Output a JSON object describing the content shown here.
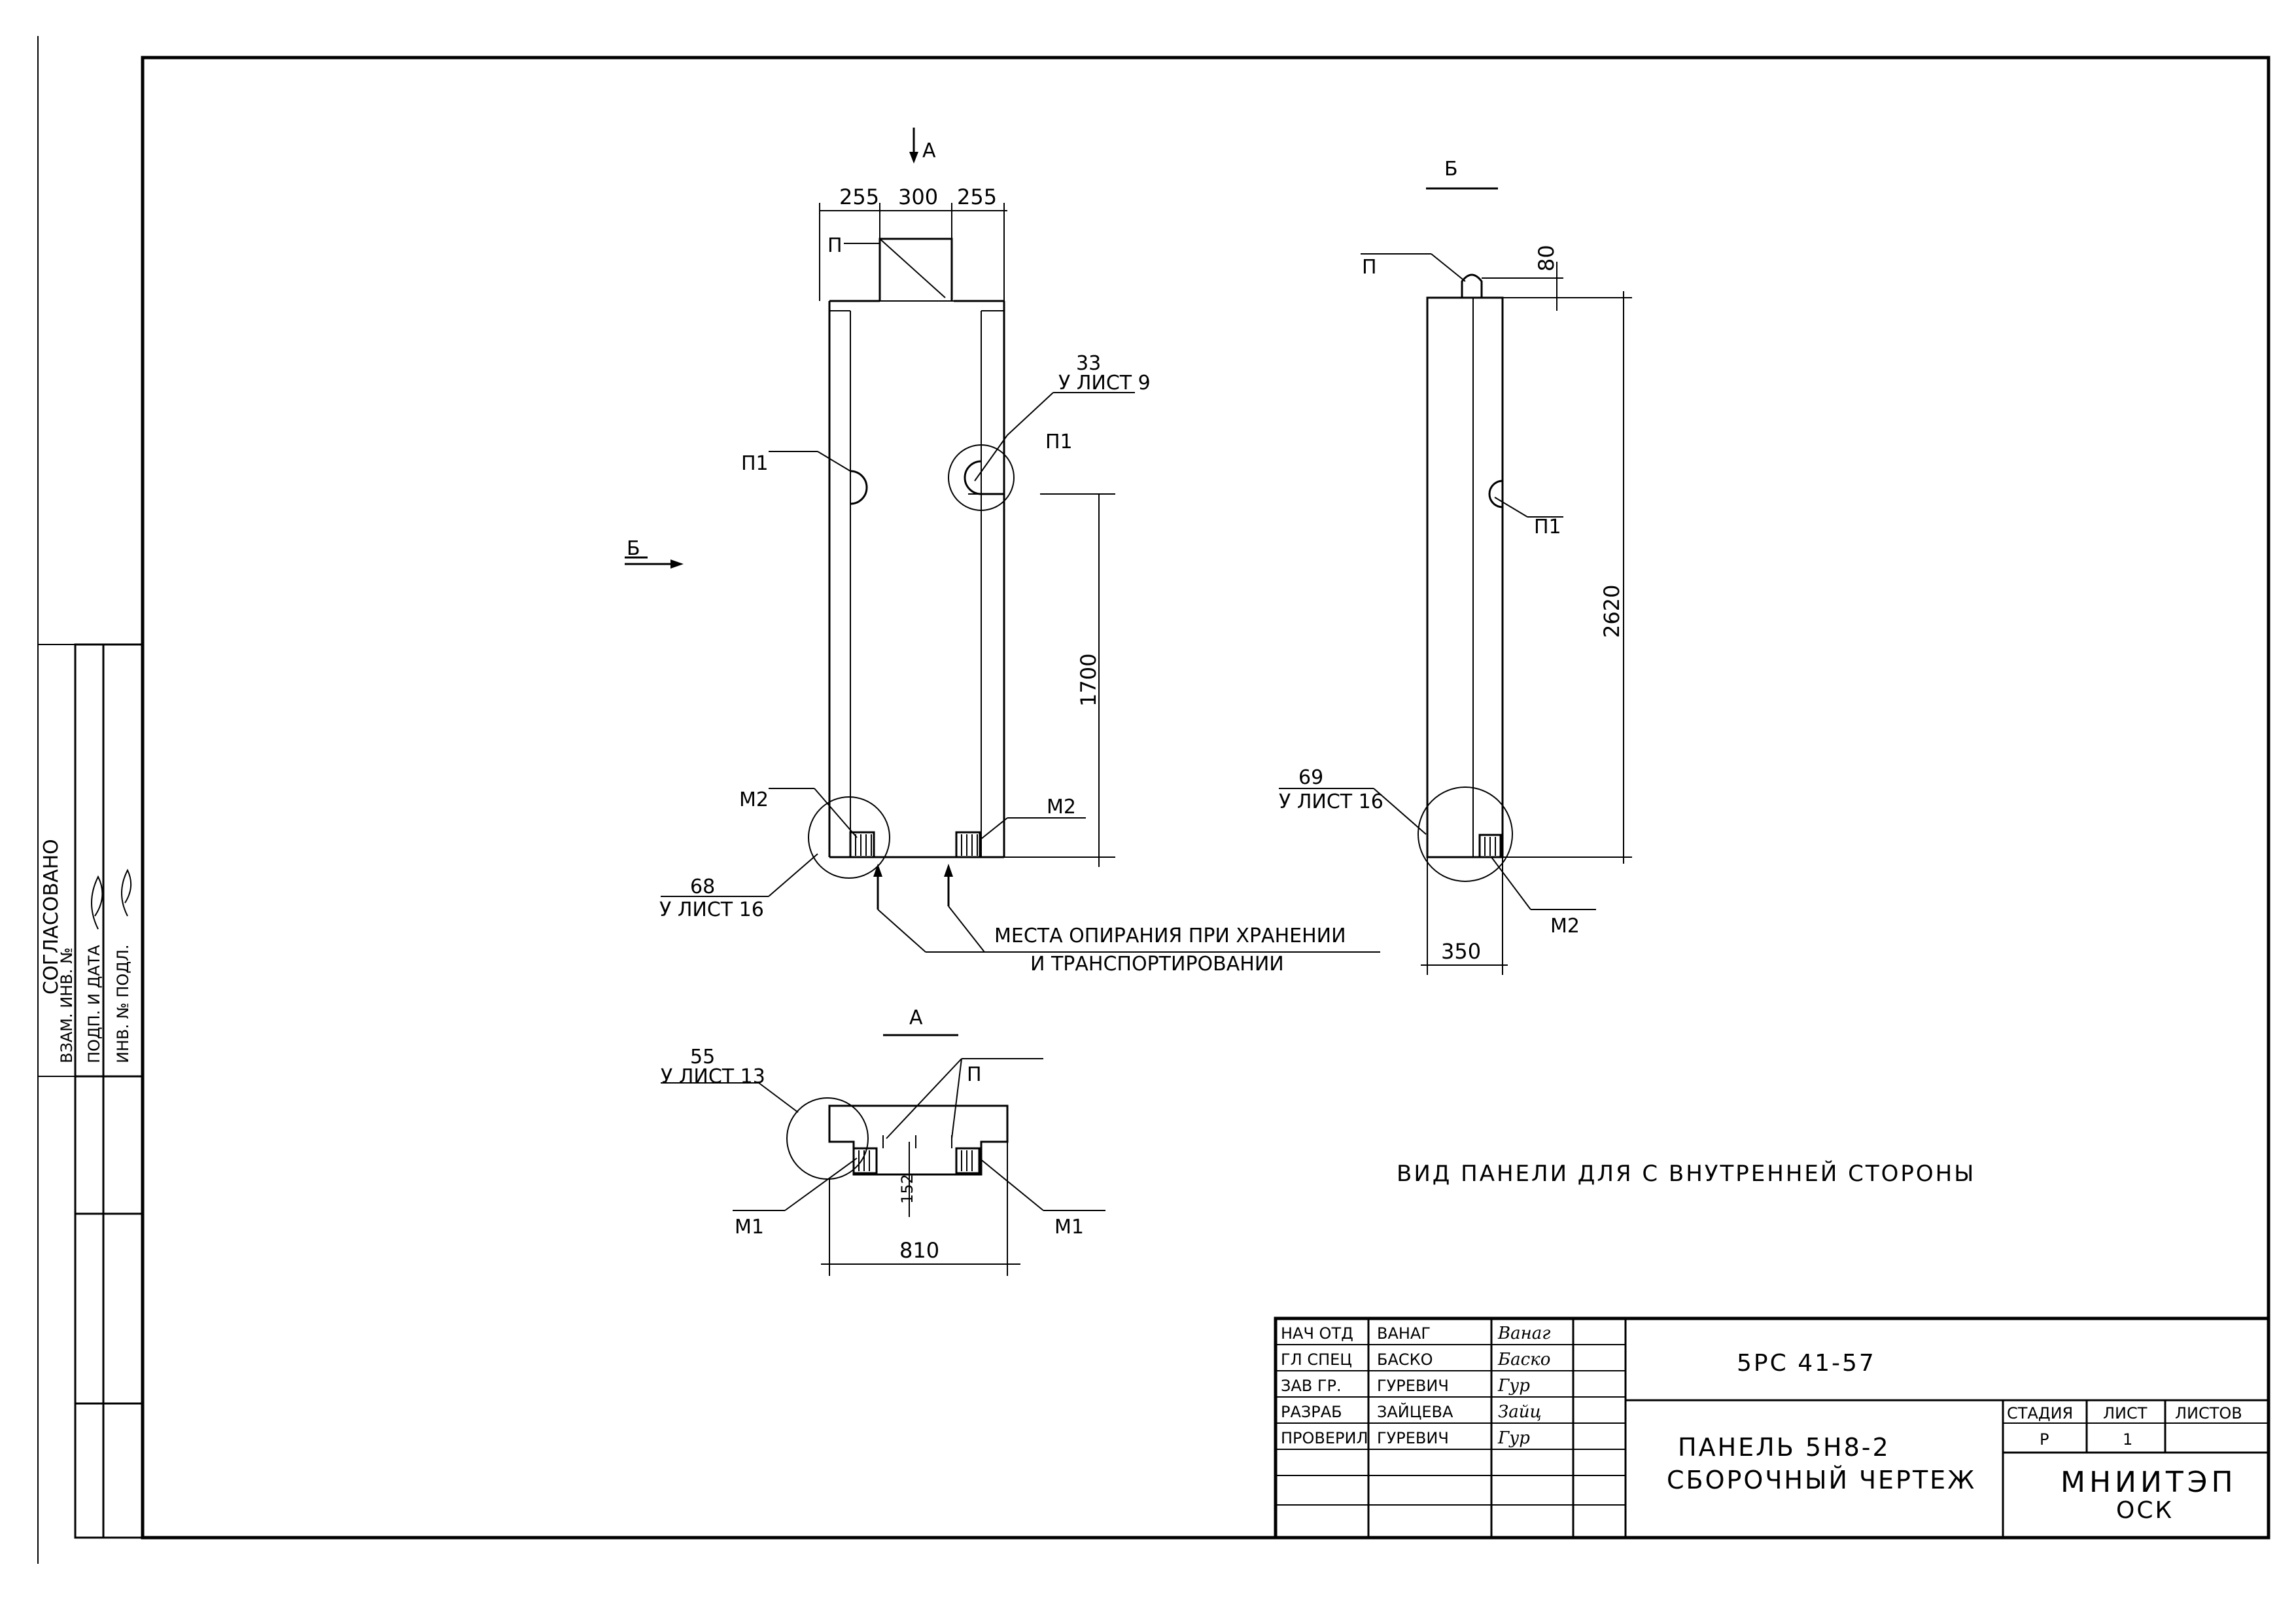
{
  "drawing": {
    "views": {
      "front": {
        "section_arrow": "А",
        "side_arrow": "Б",
        "dims_top": [
          "255",
          "300",
          "255"
        ],
        "dim_vertical": "1700",
        "label_p": "П",
        "label_p1_left": "П1",
        "label_p1_right": "П1",
        "callout_33_num": "33",
        "callout_33_sheet": "У ЛИСТ 9",
        "label_m2_left": "М2",
        "label_m2_right": "М2",
        "callout_68_num": "68",
        "callout_68_sheet": "У ЛИСТ 16",
        "support_note_line1": "МЕСТА ОПИРАНИЯ ПРИ ХРАНЕНИИ",
        "support_note_line2": "И  ТРАНСПОРТИРОВАНИИ"
      },
      "side": {
        "title": "Б",
        "label_p": "П",
        "dim_top": "80",
        "dim_height": "2620",
        "label_p1": "П1",
        "callout_69_num": "69",
        "callout_69_sheet": "У ЛИСТ 16",
        "label_m2": "М2",
        "dim_width": "350"
      },
      "section": {
        "title": "А",
        "label_p": "П",
        "callout_55_num": "55",
        "callout_55_sheet": "У ЛИСТ 13",
        "label_m1_left": "М1",
        "label_m1_right": "М1",
        "dim_small": "152",
        "dim_width": "810"
      }
    },
    "caption": "ВИД ПАНЕЛИ ДЛЯ С ВНУТРЕННЕЙ СТОРОНЫ"
  },
  "side_stamp": {
    "title": "СОГЛАСОВАНО",
    "col1": "ВЗАМ. ИНВ. №",
    "col2": "ПОДП. И ДАТА",
    "col3": "ИНВ. № ПОДЛ."
  },
  "title_block": {
    "roles": [
      {
        "role": "НАЧ ОТД",
        "name": "ВАНАГ",
        "sign": "Ванаг"
      },
      {
        "role": "ГЛ СПЕЦ",
        "name": "БАСКО",
        "sign": "Баско"
      },
      {
        "role": "ЗАВ ГР.",
        "name": "ГУРЕВИЧ",
        "sign": "Гур"
      },
      {
        "role": "РАЗРАБ",
        "name": "ЗАЙЦЕВА",
        "sign": "Зайц"
      },
      {
        "role": "ПРОВЕРИЛ",
        "name": "ГУРЕВИЧ",
        "sign": "Гур"
      }
    ],
    "code": "5РС 41-57",
    "title_line1": "ПАНЕЛЬ  5Н8-2",
    "title_line2": "СБОРОЧНЫЙ ЧЕРТЕЖ",
    "stage_label": "СТАДИЯ",
    "sheet_label": "ЛИСТ",
    "sheets_label": "ЛИСТОВ",
    "stage_value": "Р",
    "sheet_value": "1",
    "sheets_value": "",
    "org_line1": "МНИИТЭП",
    "org_line2": "ОСК"
  }
}
